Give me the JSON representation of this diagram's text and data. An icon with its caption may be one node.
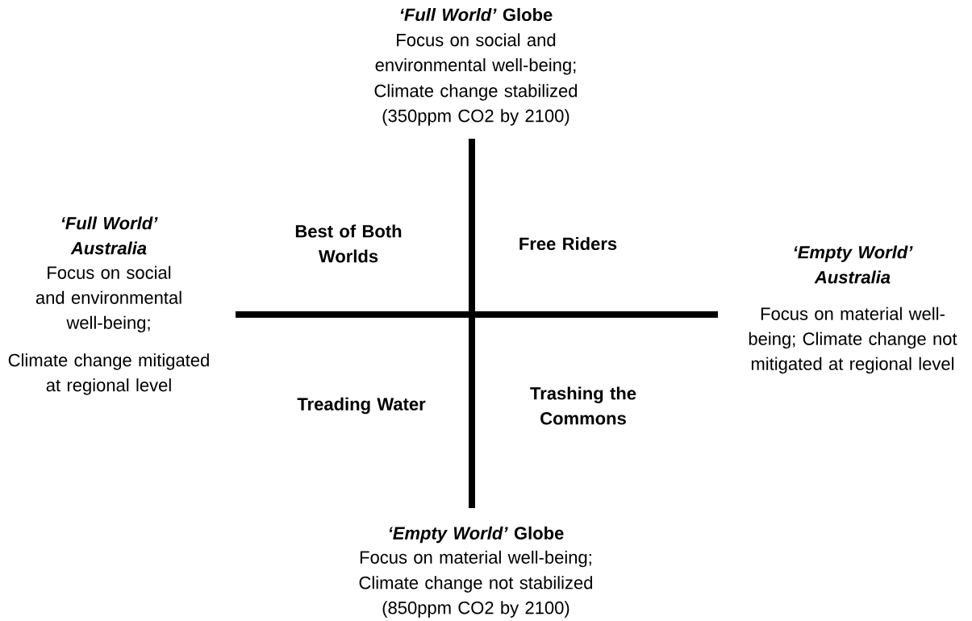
{
  "diagram": {
    "labels": [
      "*‘Full World’* Globe",
      "Focus on social and environmental well-being;",
      "Climate change stabilized (350ppm CO2 by 2100)",
      "‘Full World’ Australia",
      "Focus on social and environmental well-being;",
      "Climate change mitigated at regional level",
      "Best of Both Worlds",
      "Free Riders",
      "‘Empty World’ Australia",
      "Focus on material well-being; Climate change not mitigated at regional level",
      "Treading Water",
      "Trashing the Commons",
      "*‘Empty World’* Globe",
      "Focus on material well-being;",
      "Climate change not stabilized (850ppm CO2 by 2100)"
    ]
  }
}
